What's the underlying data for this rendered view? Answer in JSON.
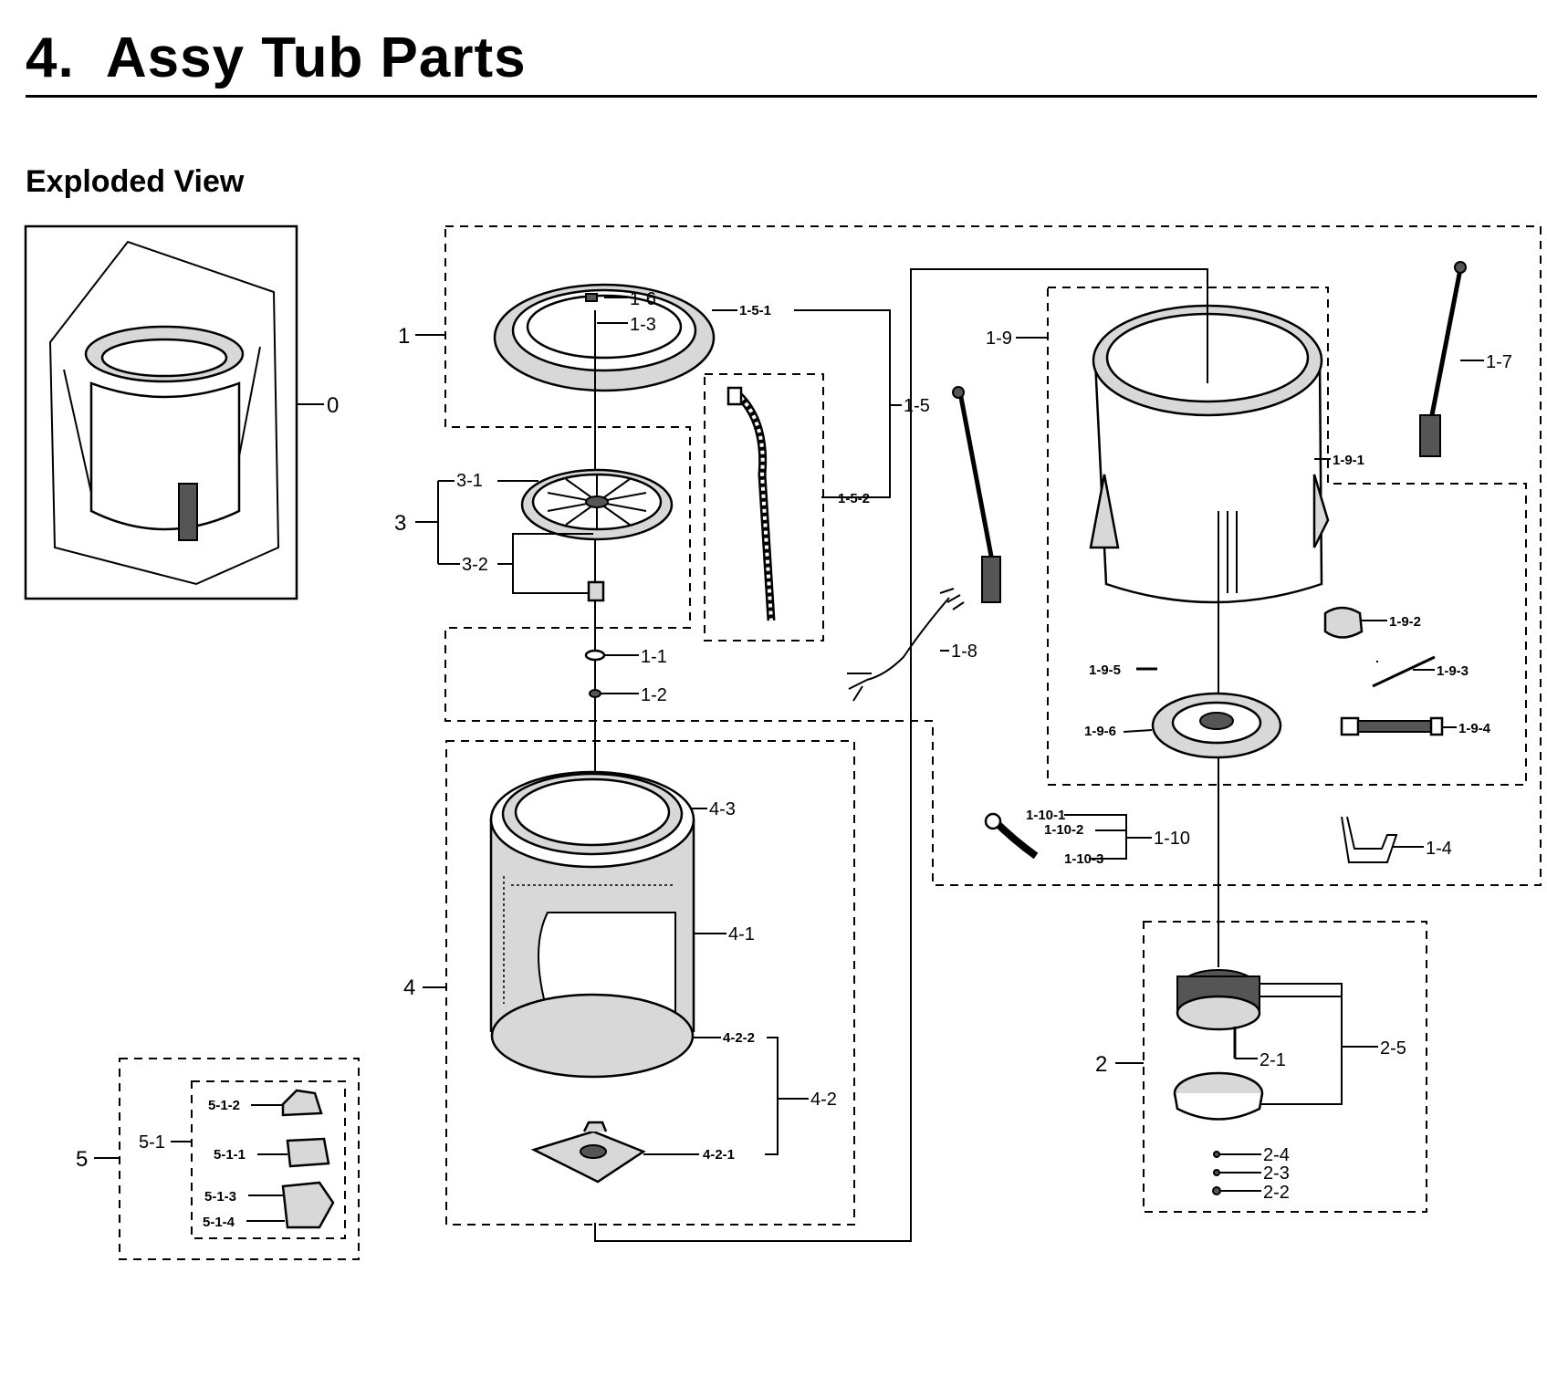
{
  "document": {
    "title": "4.  Assy Tub Parts",
    "subtitle": "Exploded View"
  },
  "callouts": {
    "c0": "0",
    "c1": "1",
    "c1_1": "1-1",
    "c1_2": "1-2",
    "c1_3": "1-3",
    "c1_4": "1-4",
    "c1_5": "1-5",
    "c1_5_1": "1-5-1",
    "c1_5_2": "1-5-2",
    "c1_6": "1-6",
    "c1_7": "1-7",
    "c1_8": "1-8",
    "c1_9": "1-9",
    "c1_9_1": "1-9-1",
    "c1_9_2": "1-9-2",
    "c1_9_3": "1-9-3",
    "c1_9_4": "1-9-4",
    "c1_9_5": "1-9-5",
    "c1_9_6": "1-9-6",
    "c1_10": "1-10",
    "c1_10_1": "1-10-1",
    "c1_10_2": "1-10-2",
    "c1_10_3": "1-10-3",
    "c2": "2",
    "c2_1": "2-1",
    "c2_2": "2-2",
    "c2_3": "2-3",
    "c2_4": "2-4",
    "c2_5": "2-5",
    "c3": "3",
    "c3_1": "3-1",
    "c3_2": "3-2",
    "c4": "4",
    "c4_1": "4-1",
    "c4_2": "4-2",
    "c4_2_1": "4-2-1",
    "c4_2_2": "4-2-2",
    "c4_3": "4-3",
    "c5": "5",
    "c5_1": "5-1",
    "c5_1_1": "5-1-1",
    "c5_1_2": "5-1-2",
    "c5_1_3": "5-1-3",
    "c5_1_4": "5-1-4"
  },
  "colors": {
    "ink": "#000000",
    "paper": "#ffffff",
    "part_shade": "#d8d8d8"
  }
}
